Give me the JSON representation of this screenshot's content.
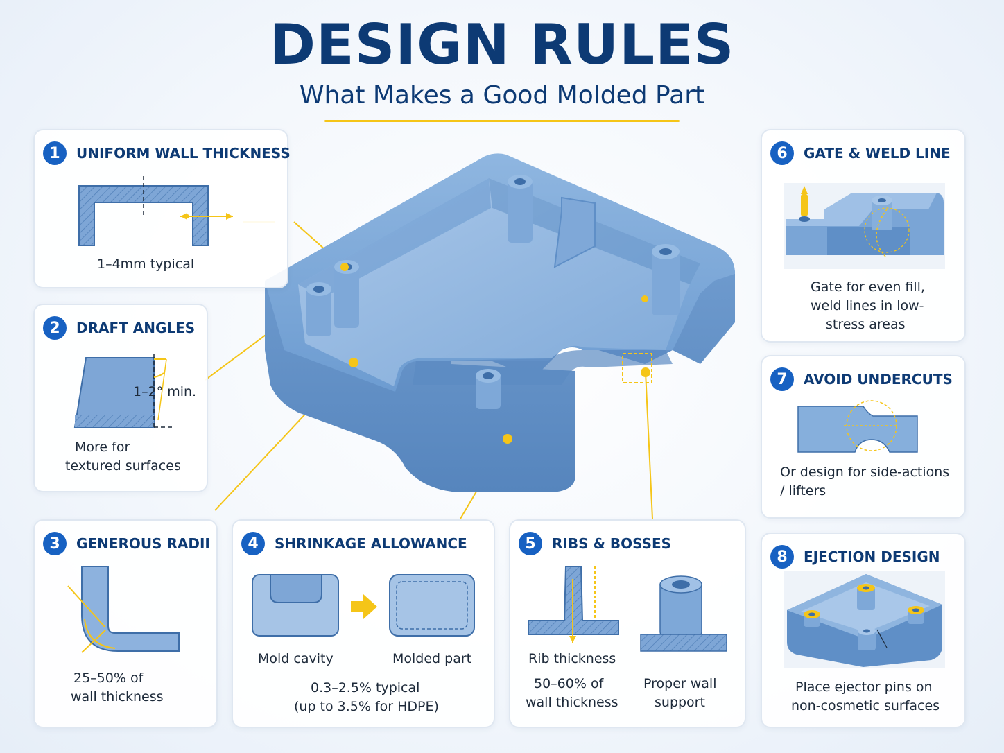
{
  "header": {
    "title": "DESIGN RULES",
    "subtitle": "What Makes a Good Molded Part"
  },
  "colors": {
    "primary": "#0d3a74",
    "badge": "#1761c2",
    "accent": "#f5c518",
    "part": "#6f9fd2"
  },
  "cards": {
    "c1": {
      "number": "1",
      "title": "UNIFORM WALL THICKNESS",
      "caption": "1–4mm typical"
    },
    "c2": {
      "number": "2",
      "title": "DRAFT ANGLES",
      "note": "1–2° min.",
      "caption1": "More for",
      "caption2": "textured surfaces"
    },
    "c3": {
      "number": "3",
      "title": "GENEROUS RADII",
      "caption1": "25–50% of",
      "caption2": "wall thickness"
    },
    "c4": {
      "number": "4",
      "title": "SHRINKAGE ALLOWANCE",
      "label_left": "Mold cavity",
      "label_right": "Molded part",
      "caption1": "0.3–2.5% typical",
      "caption2": "(up to 3.5% for HDPE)"
    },
    "c5": {
      "number": "5",
      "title": "RIBS & BOSSES",
      "label_left": "Rib thickness",
      "caption_left1": "50–60% of",
      "caption_left2": "wall thickness",
      "caption_right1": "Proper wall",
      "caption_right2": "support"
    },
    "c6": {
      "number": "6",
      "title": "GATE & WELD LINE",
      "caption1": "Gate for even fill,",
      "caption2": "weld lines in low-",
      "caption3": "stress areas"
    },
    "c7": {
      "number": "7",
      "title": "AVOID UNDERCUTS",
      "caption1": "Or design for side-actions",
      "caption2": "/ lifters"
    },
    "c8": {
      "number": "8",
      "title": "EJECTION DESIGN",
      "caption1": "Place ejector pins on",
      "caption2": "non-cosmetic surfaces"
    }
  }
}
